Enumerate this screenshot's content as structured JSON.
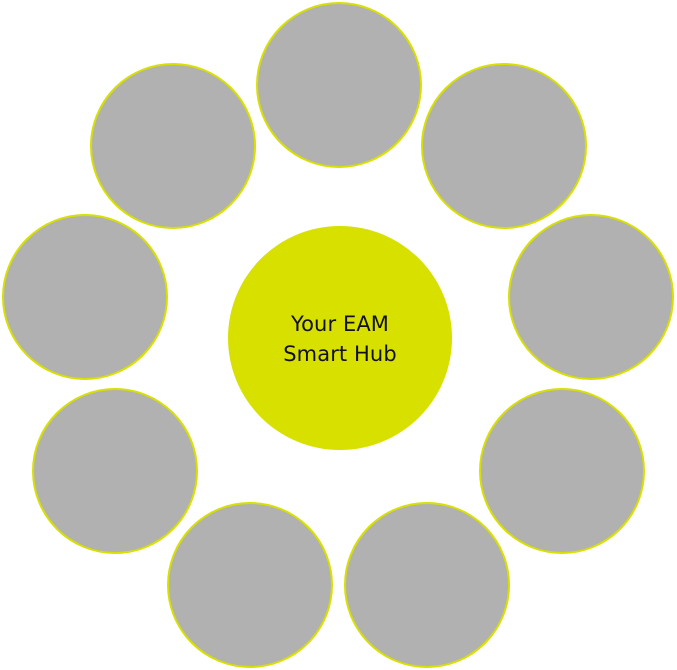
{
  "hub": {
    "label_line_1": "Your EAM",
    "label_line_2": "Smart Hub"
  },
  "colors": {
    "hub_fill": "#d8e000",
    "satellite_fill": "#b1b1b1",
    "satellite_outline": "#d8e000",
    "background": "#ffffff"
  },
  "satellites": [
    {
      "id": "top",
      "label": ""
    },
    {
      "id": "top-right",
      "label": ""
    },
    {
      "id": "right",
      "label": ""
    },
    {
      "id": "lower-right",
      "label": ""
    },
    {
      "id": "bottom-right",
      "label": ""
    },
    {
      "id": "bottom-left",
      "label": ""
    },
    {
      "id": "lower-left",
      "label": ""
    },
    {
      "id": "left",
      "label": ""
    },
    {
      "id": "top-left",
      "label": ""
    }
  ]
}
